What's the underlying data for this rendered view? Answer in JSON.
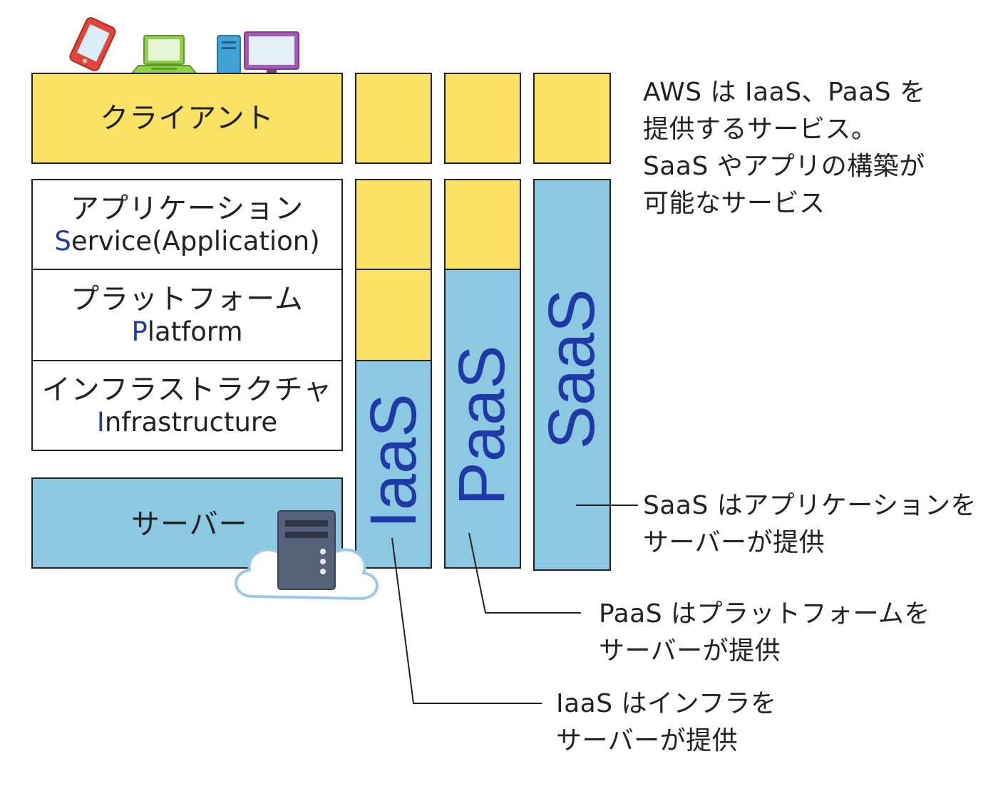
{
  "layers": {
    "client": {
      "label": "クライアント"
    },
    "application": {
      "label": "アプリケーション",
      "en_initial": "S",
      "en_rest": "ervice(Application)"
    },
    "platform": {
      "label": "プラットフォーム",
      "en_initial": "P",
      "en_rest": "latform"
    },
    "infrastructure": {
      "label": "インフラストラクチャ",
      "en_initial": "I",
      "en_rest": "nfrastructure"
    },
    "server": {
      "label": "サーバー"
    }
  },
  "columns": {
    "iaas": {
      "label": "IaaS",
      "color": "#1f3aa6"
    },
    "paas": {
      "label": "PaaS",
      "color": "#1f3aa6"
    },
    "saas": {
      "label": "SaaS",
      "color": "#1f3aa6"
    }
  },
  "notes": {
    "aws": {
      "line1": "AWS は IaaS、PaaS を",
      "line2": "提供するサービス。",
      "line3": "SaaS やアプリの構築が",
      "line4": "可能なサービス"
    },
    "saas": {
      "line1": "SaaS はアプリケーションを",
      "line2": "サーバーが提供"
    },
    "paas": {
      "line1": "PaaS はプラットフォームを",
      "line2": "サーバーが提供"
    },
    "iaas": {
      "line1": "IaaS はインフラを",
      "line2": "サーバーが提供"
    }
  },
  "colors": {
    "client_provided": "#fae264",
    "server_provided": "#8cc8e2",
    "accent": "#1f3aa6"
  },
  "icons": [
    "smartphone-icon",
    "laptop-icon",
    "desktop-pc-icon",
    "cloud-server-icon"
  ]
}
